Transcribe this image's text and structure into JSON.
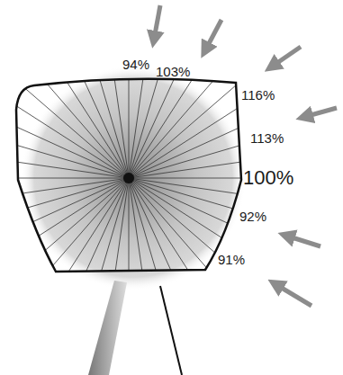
{
  "diagram": {
    "labels": [
      "94%",
      "103%",
      "116%",
      "113%",
      "100%",
      "92%",
      "91%"
    ]
  }
}
